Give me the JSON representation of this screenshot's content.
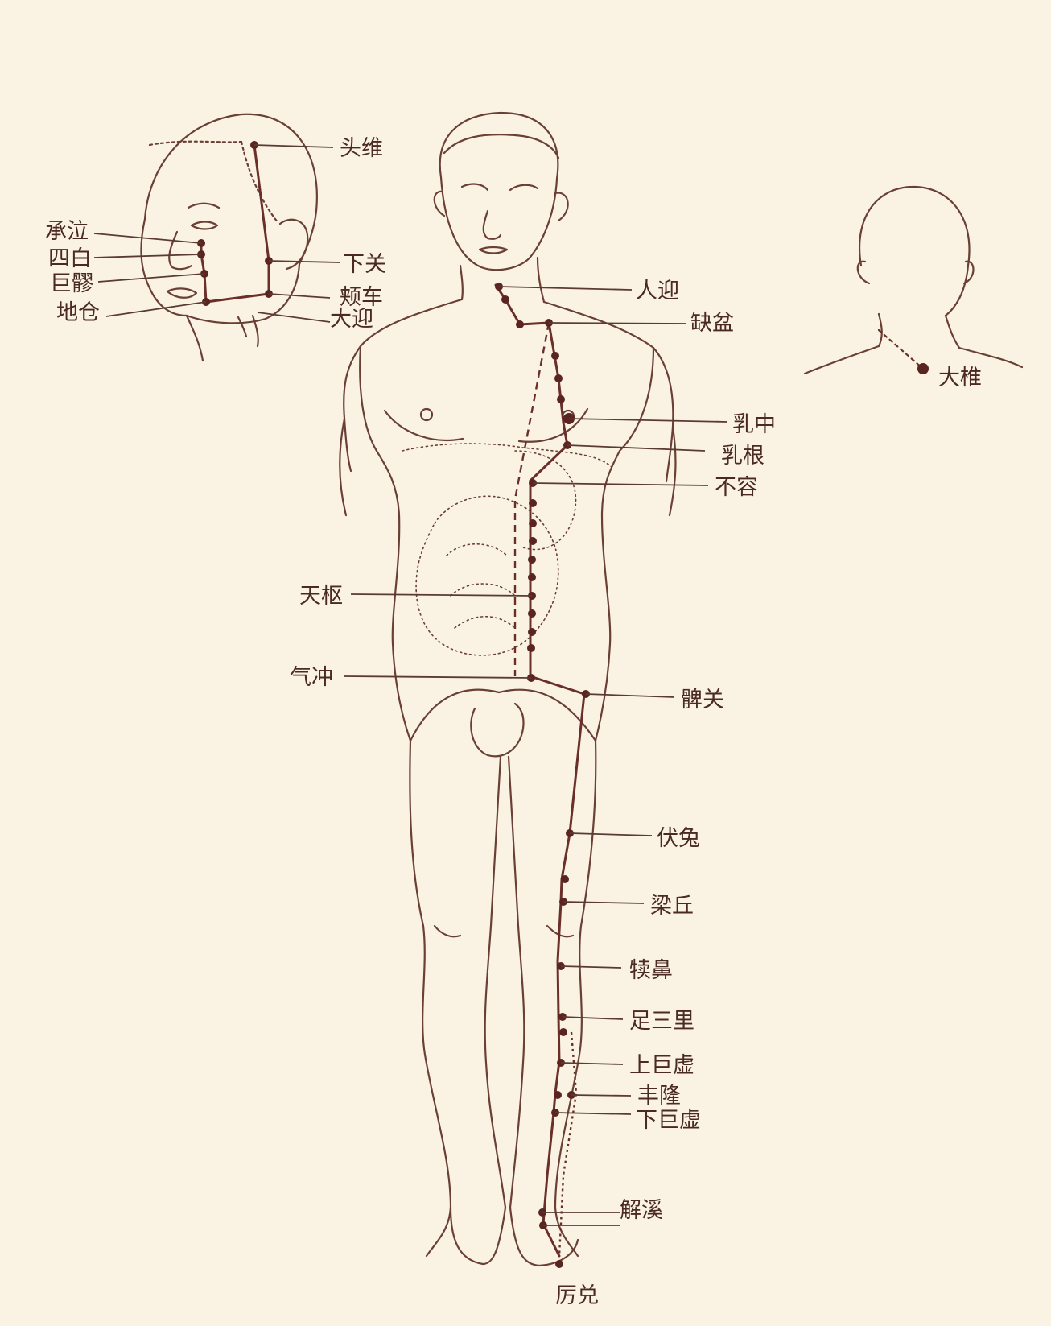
{
  "colors": {
    "background": "#faf3e3",
    "outline": "#6a4036",
    "meridian": "#6b2f2a",
    "point": "#5a2420",
    "label": "#4a2a22"
  },
  "labels": {
    "touwei": "头维",
    "chengqi": "承泣",
    "sibai": "四白",
    "juliao": "巨髎",
    "dicang": "地仓",
    "xiaguan": "下关",
    "jiache": "颊车",
    "daying": "大迎",
    "renying": "人迎",
    "quepen": "缺盆",
    "dazhui": "大椎",
    "ruzhong": "乳中",
    "rugen": "乳根",
    "burong": "不容",
    "tianshu": "天枢",
    "qichong": "气冲",
    "biguan": "髀关",
    "futu": "伏兔",
    "liangqiu": "梁丘",
    "dubi": "犊鼻",
    "zusanli": "足三里",
    "shangjuxu": "上巨虚",
    "fenglong": "丰隆",
    "xiajuxu": "下巨虚",
    "jiexi": "解溪",
    "lidui": "厉兑"
  }
}
